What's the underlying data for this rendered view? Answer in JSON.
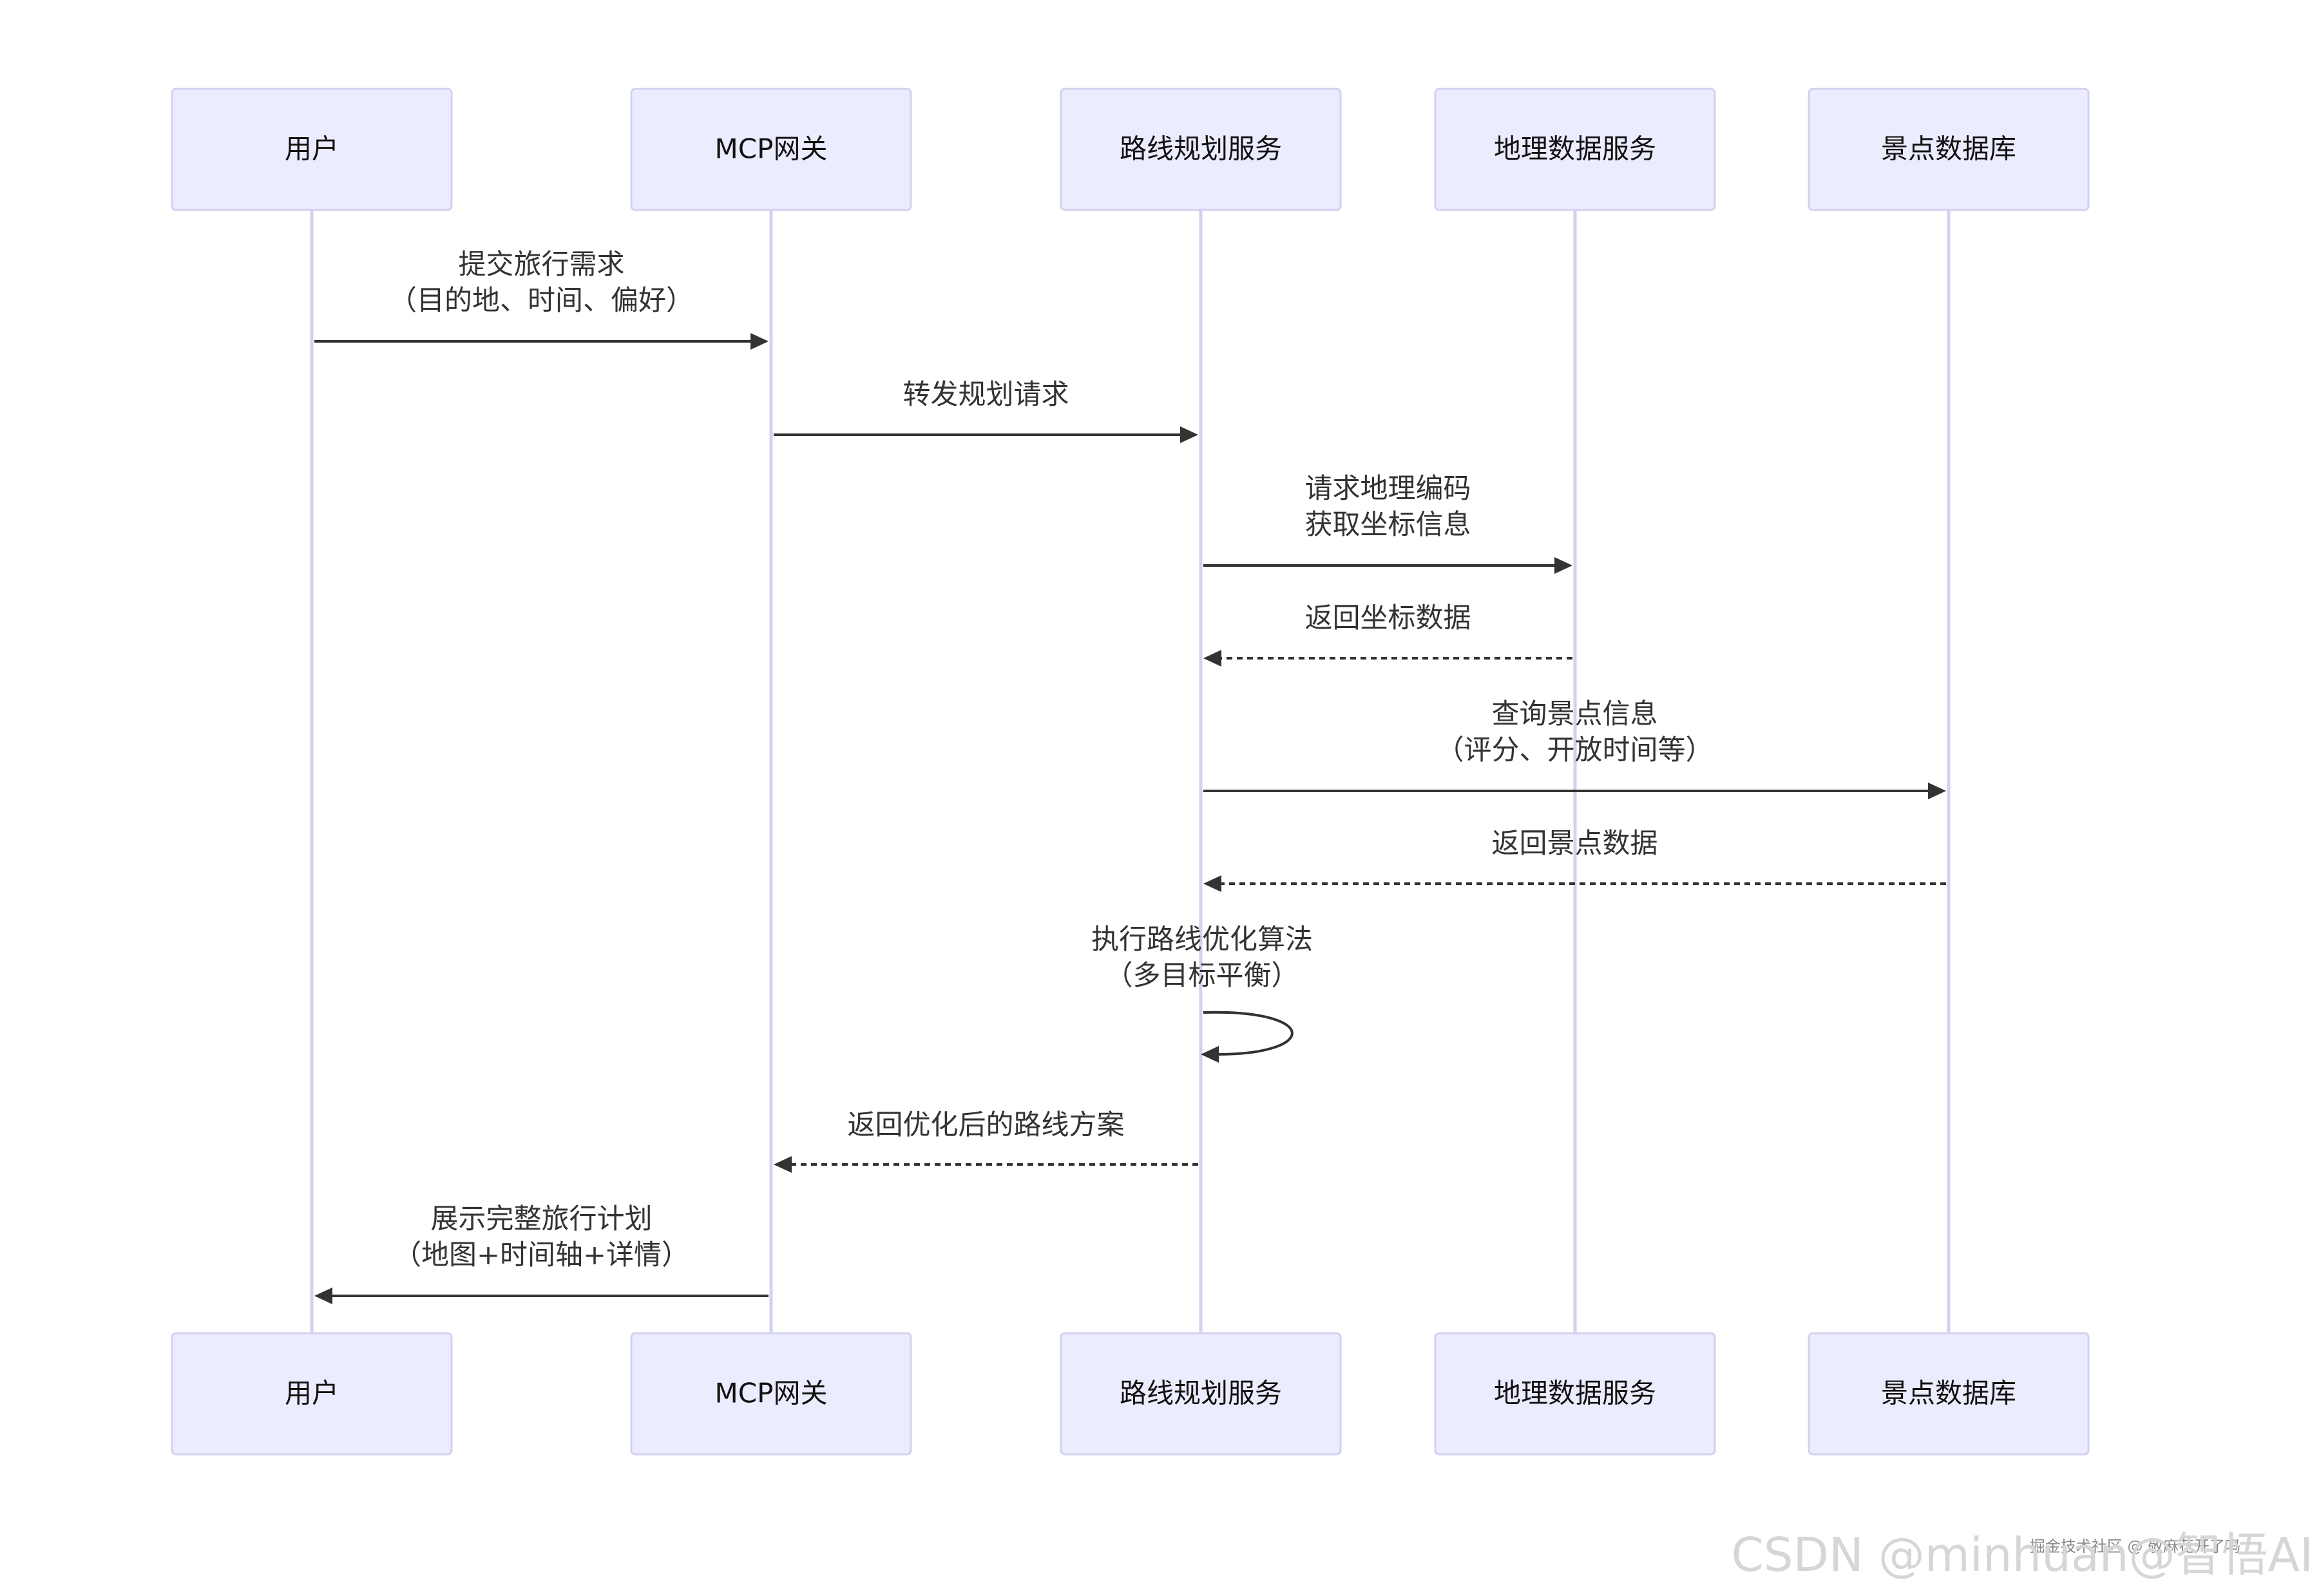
{
  "participants": [
    {
      "id": "user",
      "label": "用户"
    },
    {
      "id": "gateway",
      "label": "MCP网关"
    },
    {
      "id": "route",
      "label": "路线规划服务"
    },
    {
      "id": "geo",
      "label": "地理数据服务"
    },
    {
      "id": "poi",
      "label": "景点数据库"
    }
  ],
  "messages": [
    {
      "from": "user",
      "to": "gateway",
      "style": "solid",
      "lines": [
        "提交旅行需求",
        "（目的地、时间、偏好）"
      ]
    },
    {
      "from": "gateway",
      "to": "route",
      "style": "solid",
      "lines": [
        "转发规划请求"
      ]
    },
    {
      "from": "route",
      "to": "geo",
      "style": "solid",
      "lines": [
        "请求地理编码",
        "获取坐标信息"
      ]
    },
    {
      "from": "geo",
      "to": "route",
      "style": "dashed",
      "lines": [
        "返回坐标数据"
      ]
    },
    {
      "from": "route",
      "to": "poi",
      "style": "solid",
      "lines": [
        "查询景点信息",
        "（评分、开放时间等）"
      ]
    },
    {
      "from": "poi",
      "to": "route",
      "style": "dashed",
      "lines": [
        "返回景点数据"
      ]
    },
    {
      "from": "route",
      "to": "route",
      "style": "solid",
      "lines": [
        "执行路线优化算法",
        "（多目标平衡）"
      ]
    },
    {
      "from": "route",
      "to": "gateway",
      "style": "dashed",
      "lines": [
        "返回优化后的路线方案"
      ]
    },
    {
      "from": "gateway",
      "to": "user",
      "style": "solid",
      "lines": [
        "展示完整旅行计划",
        "（地图+时间轴+详情）"
      ]
    }
  ],
  "watermark": {
    "main": "CSDN @minhuan@智悟AI",
    "small": "掘金技术社区 @ 敬麻花开了吗"
  },
  "colors": {
    "actor_fill": "#ececff",
    "actor_border": "#d2d2f0",
    "lifeline": "#d4d0f2",
    "line": "#333333",
    "text": "#333333"
  }
}
